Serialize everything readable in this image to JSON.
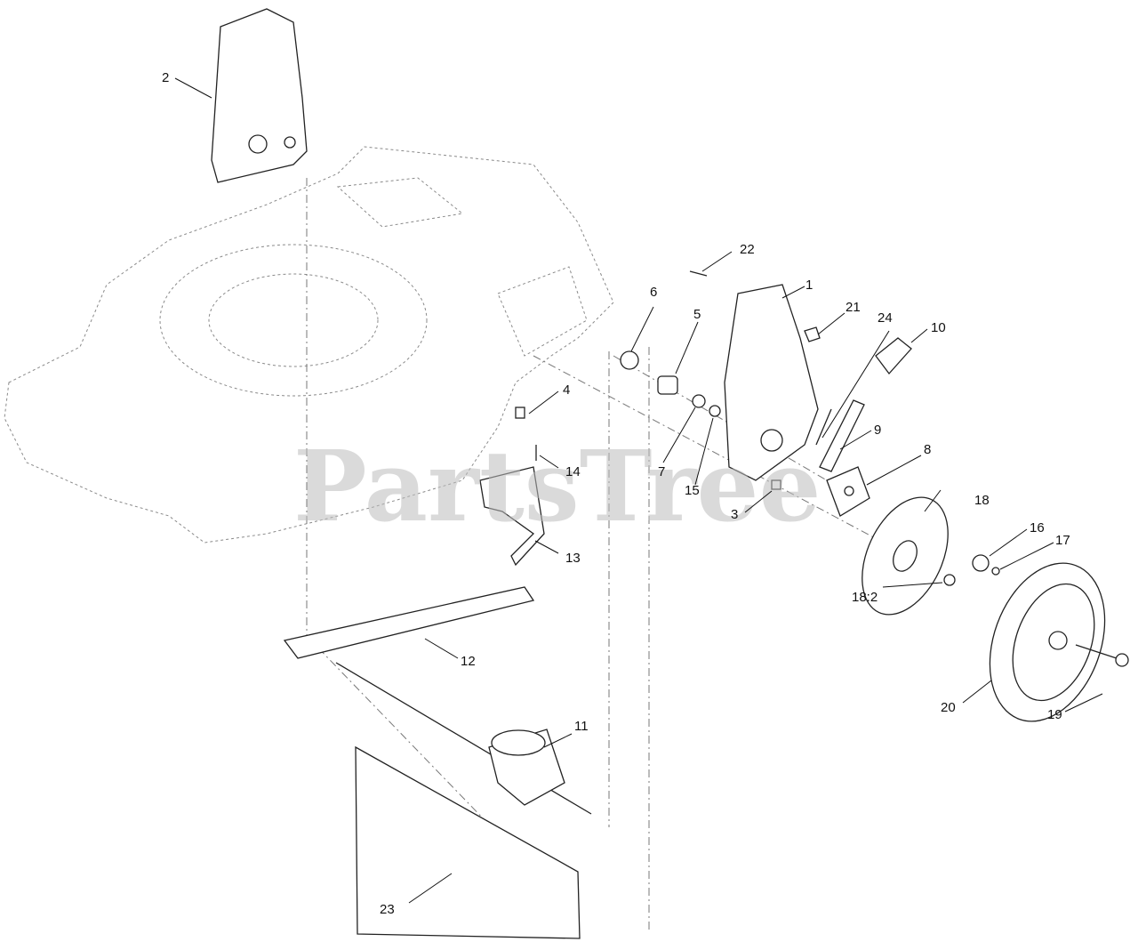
{
  "watermark": "PartsTree",
  "callouts": {
    "c1": "1",
    "c2": "2",
    "c3": "3",
    "c4": "4",
    "c5": "5",
    "c6": "6",
    "c7": "7",
    "c8": "8",
    "c9": "9",
    "c10": "10",
    "c11": "11",
    "c12": "12",
    "c13": "13",
    "c14": "14",
    "c15": "15",
    "c16": "16",
    "c17": "17",
    "c18": "18",
    "c18_2": "18:2",
    "c19": "19",
    "c20": "20",
    "c21": "21",
    "c22": "22",
    "c23": "23",
    "c24": "24"
  }
}
